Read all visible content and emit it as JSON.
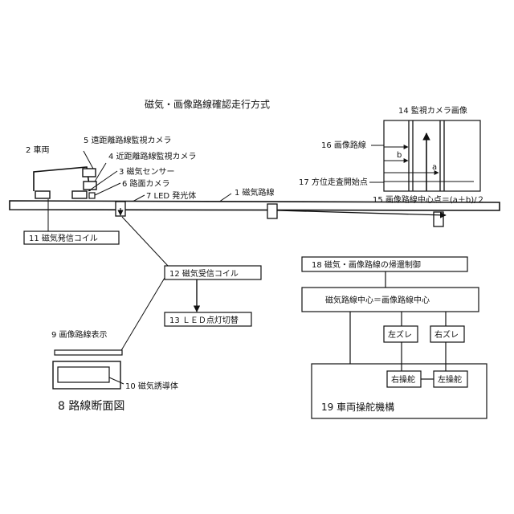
{
  "title": "磁気・画像路線確認走行方式",
  "labels": {
    "vehicle": "2 車両",
    "far_camera": "5 遠距離路線監視カメラ",
    "near_camera": "4 近距離路線監視カメラ",
    "mag_sensor": "3 磁気センサー",
    "road_camera": "6 路面カメラ",
    "led": "7 LED 発光体",
    "route": "1 磁気路線",
    "tx_coil": "11 磁気発信コイル",
    "rx_coil": "12 磁気受信コイル",
    "led_switch": "13 ＬＥＤ点灯切替",
    "image_route_display": "9 画像路線表示",
    "mag_conductor": "10 磁気誘導体",
    "cross_section": "8 路線断面図",
    "monitor_image": "14 監視カメラ画像",
    "image_route": "16 画像路線",
    "direction_start": "17 方位走査開始点",
    "a": "a",
    "b": "b",
    "center_formula": "15 画像路線中心点＝(a＋b)/２",
    "return_control": "18 磁気・画像路線の帰還制御",
    "center_equal": "磁気路線中心＝画像路線中心",
    "left_shift": "左ズレ",
    "right_shift": "右ズレ",
    "right_steer": "右操舵",
    "left_steer": "左操舵",
    "steering_mechanism": "19 車両操舵機構"
  }
}
